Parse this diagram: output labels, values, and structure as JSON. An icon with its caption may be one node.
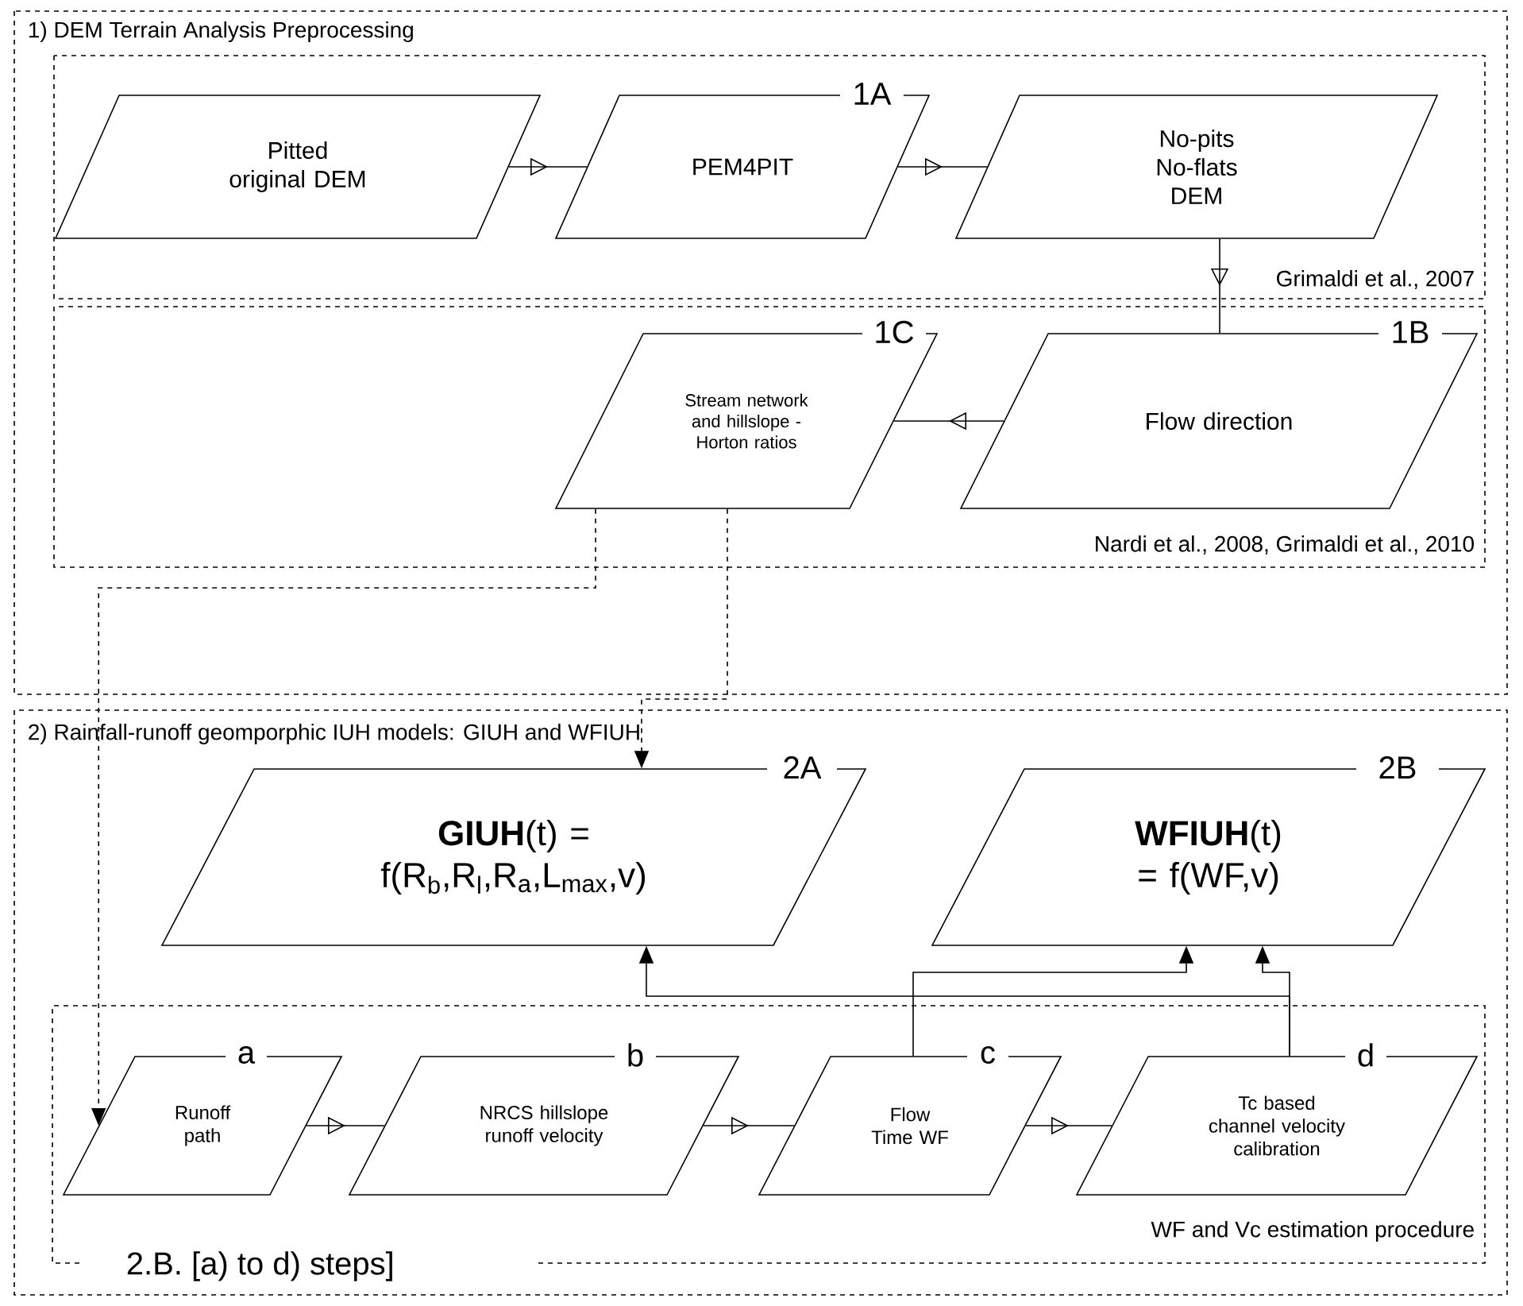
{
  "diagram": {
    "nodes": [
      {
        "text": [
          "1) DEM Terrain Analysis Preprocessing"
        ]
      },
      {
        "text": [
          "Grimaldi et al., 2007"
        ],
        "in": 0
      },
      {
        "text": [
          "Pitted original DEM"
        ],
        "in": 1
      },
      {
        "text": [
          "1A",
          "PEM4PIT"
        ],
        "in": 1
      },
      {
        "text": [
          "No-pits No-flats DEM"
        ],
        "in": 1
      },
      {
        "text": [
          "Nardi et al., 2008, Grimaldi et al., 2010"
        ],
        "in": 0
      },
      {
        "text": [
          "1C",
          "Stream network and hillslope - Horton ratios"
        ],
        "in": 5
      },
      {
        "text": [
          "1B",
          "Flow direction"
        ],
        "in": 5
      },
      {
        "text": [
          "2) Rainfall-runoff geomporphic IUH models: GIUH and WFIUH"
        ]
      },
      {
        "text": [
          "2A",
          "**GIUH**(t) = f(R$_{b}$,R$_{l}$,R$_{a}$,L$_{max}$,v)"
        ],
        "in": 8
      },
      {
        "text": [
          "2B",
          "**WFIUH**(t) = f(WF,v)"
        ],
        "in": 8
      },
      {
        "text": [
          "WF and Vc estimation procedure",
          "2.B. [a) to d) steps]"
        ],
        "in": 8
      },
      {
        "text": [
          "a",
          "Runoff path"
        ],
        "in": 11
      },
      {
        "text": [
          "b",
          "NRCS hillslope runoff velocity"
        ],
        "in": 11
      },
      {
        "text": [
          "c",
          "Flow Time WF"
        ],
        "in": 11
      },
      {
        "text": [
          "d",
          "Tc based channel velocity calibration"
        ],
        "in": 11
      }
    ],
    "edges": [
      {
        "from": 2,
        "to": 3,
        "arrow": "to"
      },
      {
        "from": 3,
        "to": 4,
        "arrow": "to"
      },
      {
        "from": 4,
        "to": 7,
        "arrow": "to"
      },
      {
        "from": 7,
        "to": 6,
        "arrow": "to"
      },
      {
        "from": 6,
        "to": 9,
        "arrow": "to",
        "style": "dashed"
      },
      {
        "from": 6,
        "to": 12,
        "arrow": "to",
        "style": "dashed"
      },
      {
        "from": 12,
        "to": 13,
        "arrow": "to"
      },
      {
        "from": 13,
        "to": 14,
        "arrow": "to"
      },
      {
        "from": 14,
        "to": 15,
        "arrow": "to"
      },
      {
        "from": 14,
        "to": 10,
        "arrow": "to"
      },
      {
        "from": 15,
        "to": 9,
        "arrow": "to"
      },
      {
        "from": 15,
        "to": 10,
        "arrow": "to"
      }
    ]
  }
}
